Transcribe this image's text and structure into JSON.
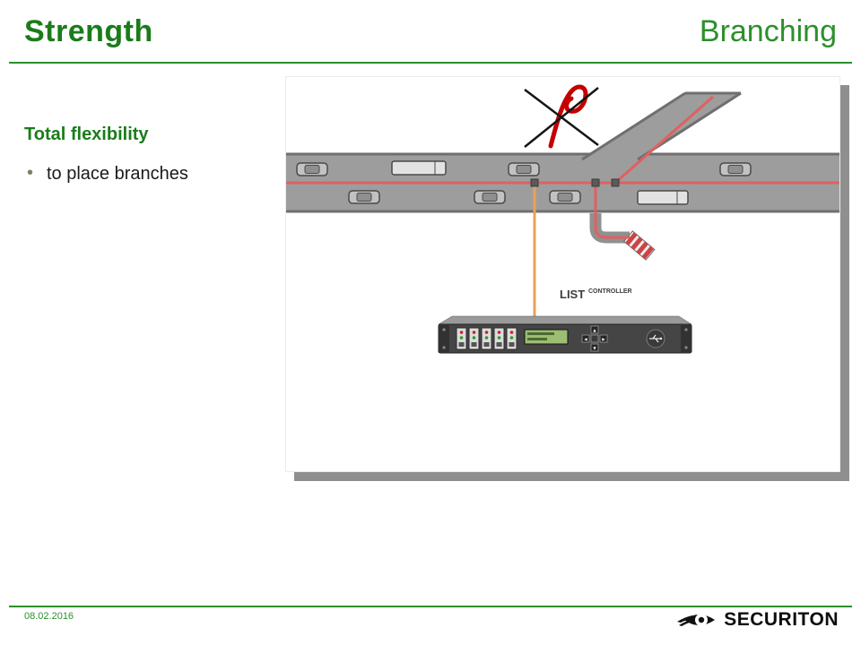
{
  "header": {
    "title": "Strength",
    "subtitle": "Branching"
  },
  "body": {
    "heading": "Total flexibility",
    "bullets": [
      "to place branches"
    ]
  },
  "diagram": {
    "label_list": "LIST",
    "label_controller": "CONTROLLER"
  },
  "footer": {
    "date": "08.02.2016",
    "brand": "SECURITON"
  },
  "icons": {
    "logo": "securiton-eye-icon",
    "crossed_symbol": "no-sharp-bend-icon",
    "vehicles": [
      "car-icon",
      "truck-icon"
    ]
  },
  "colors": {
    "title_green": "#1a7c1a",
    "subtitle_green": "#2d8f2d",
    "rule_green": "#2d8f2d",
    "road_gray": "#9d9d9d",
    "road_edge_gray": "#6f6f6f",
    "cable_red": "#e06060",
    "branch_orange": "#e8a258",
    "no_loop_red": "#c40000"
  }
}
